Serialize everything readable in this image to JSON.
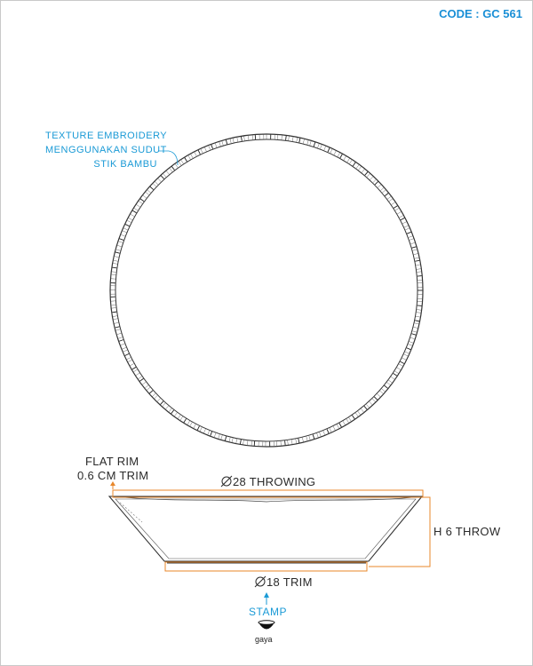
{
  "code_label": "CODE : GC 561",
  "texture_note": {
    "line1": "TEXTURE EMBROIDERY",
    "line2": "MENGGUNAKAN SUDUT",
    "line3": "STIK BAMBU"
  },
  "rim_note": {
    "line1": "FLAT RIM",
    "line2": "0.6 CM TRIM"
  },
  "throwing_diameter": "28 THROWING",
  "height_label": "H 6 THROW",
  "trim_diameter": "18 TRIM",
  "stamp_label": "STAMP",
  "stamp_logo_text": "gaya",
  "colors": {
    "accent_blue": "#1a9ad6",
    "dimension_orange": "#e8872a",
    "line_dark": "#333333"
  }
}
